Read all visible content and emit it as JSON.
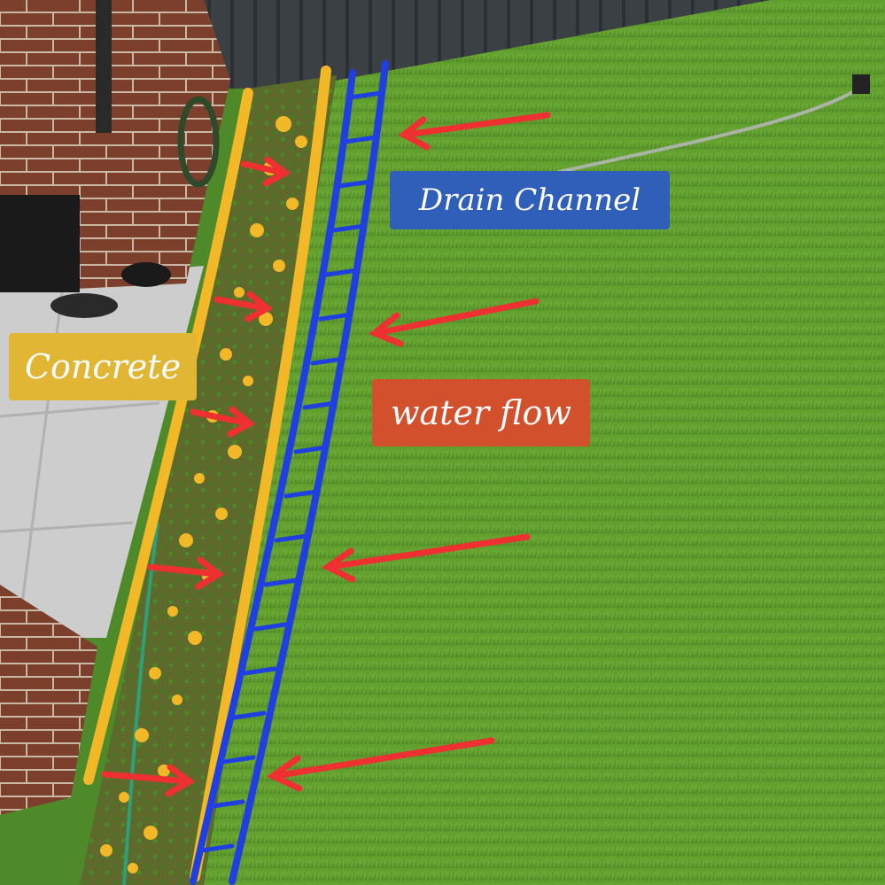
{
  "labels": {
    "drain_channel": "Drain Channel",
    "concrete": "Concrete",
    "water_flow": "water flow"
  },
  "colors": {
    "drain_label_bg": "#2f5fb8",
    "concrete_label_bg": "#e0b634",
    "water_label_bg": "#d2502c",
    "drain_line": "#1f3fe0",
    "concrete_line": "#f2b827",
    "arrow": "#ee3030",
    "lawn": "#5a9a2e",
    "fence": "#3a3f44",
    "brick": "#7a3e2c",
    "paving": "#c9c9c9"
  }
}
